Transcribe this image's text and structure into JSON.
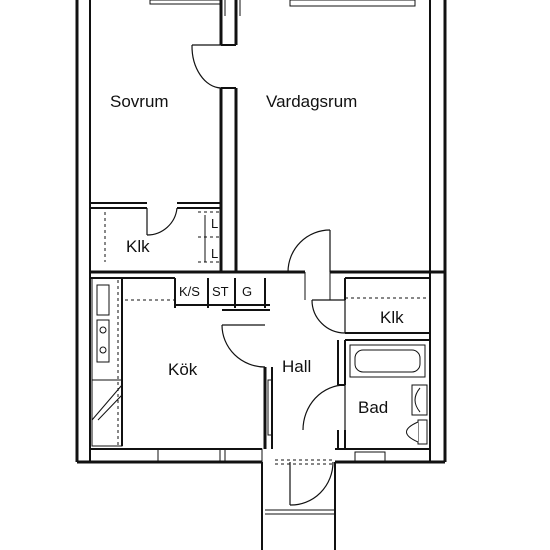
{
  "floorplan": {
    "rooms": {
      "sovrum": "Sovrum",
      "vardagsrum": "Vardagsrum",
      "klk_bedroom": "Klk",
      "klk_hall": "Klk",
      "kok": "Kök",
      "hall": "Hall",
      "bad": "Bad"
    },
    "closet_marks": {
      "l_top": "L",
      "l_bottom": "L",
      "ks": "K/S",
      "st": "ST",
      "g": "G"
    }
  },
  "colors": {
    "line": "#111111",
    "background": "#ffffff"
  }
}
